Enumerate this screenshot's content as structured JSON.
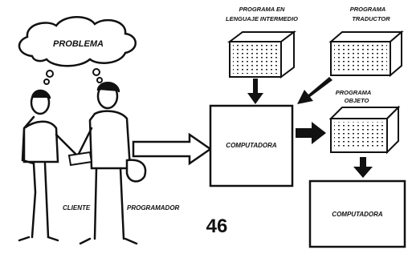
{
  "speech_bubble": {
    "label": "PROBLEMA"
  },
  "people": {
    "left_label": "CLIENTE",
    "right_label": "PROGRAMADOR"
  },
  "card_decks": {
    "top_left_label_line1": "PROGRAMA EN",
    "top_left_label_line2": "LENGUAJE INTERMEDIO",
    "top_right_label_line1": "PROGRAMA",
    "top_right_label_line2": "TRADUCTOR",
    "middle_right_label_line1": "PROGRAMA",
    "middle_right_label_line2": "OBJETO"
  },
  "boxes": {
    "center_label": "COMPUTADORA",
    "bottom_label": "COMPUTADORA"
  },
  "page_number": "46"
}
